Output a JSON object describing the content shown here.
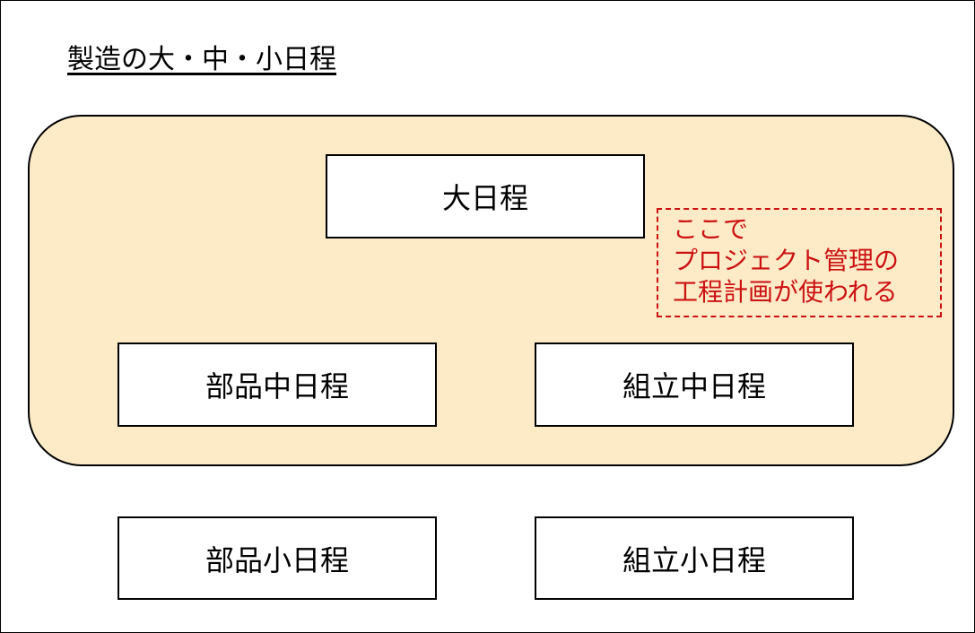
{
  "title": "製造の大・中・小日程",
  "group": {
    "fill": "#fdebc8"
  },
  "boxes": {
    "master": "大日程",
    "parts_mid": "部品中日程",
    "assembly_mid": "組立中日程",
    "parts_small": "部品小日程",
    "assembly_small": "組立小日程"
  },
  "note": {
    "lines": [
      "ここで",
      "プロジェクト管理の",
      "工程計画が使われる"
    ],
    "color": "#cc1111"
  }
}
